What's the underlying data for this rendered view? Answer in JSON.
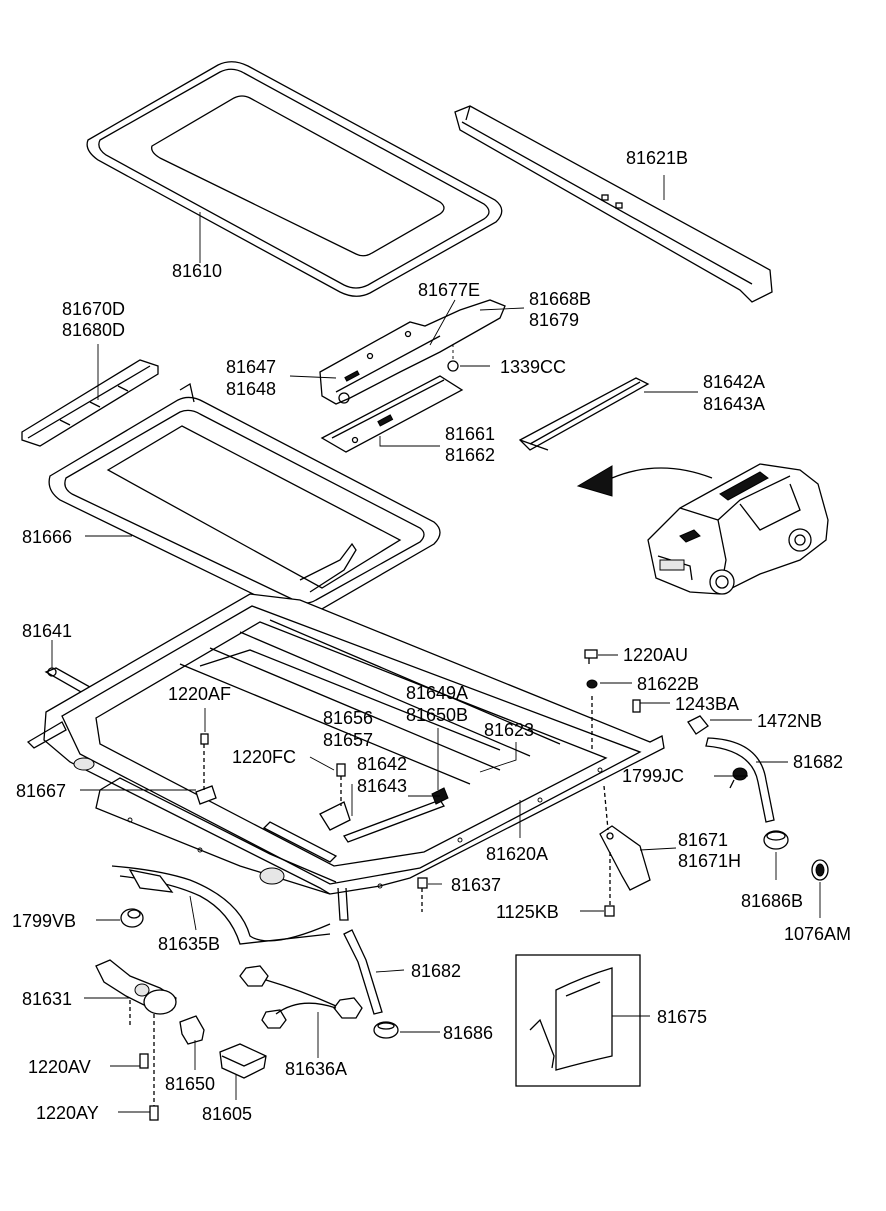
{
  "diagram": {
    "labels": [
      {
        "id": "l-81610",
        "text": "81610"
      },
      {
        "id": "l-81621B",
        "text": "81621B"
      },
      {
        "id": "l-81670D",
        "text": "81670D"
      },
      {
        "id": "l-81680D",
        "text": "81680D"
      },
      {
        "id": "l-81677E",
        "text": "81677E"
      },
      {
        "id": "l-81668B",
        "text": "81668B"
      },
      {
        "id": "l-81679",
        "text": "81679"
      },
      {
        "id": "l-81647",
        "text": "81647"
      },
      {
        "id": "l-81648",
        "text": "81648"
      },
      {
        "id": "l-1339CC",
        "text": "1339CC"
      },
      {
        "id": "l-81642A",
        "text": "81642A"
      },
      {
        "id": "l-81643A",
        "text": "81643A"
      },
      {
        "id": "l-81661",
        "text": "81661"
      },
      {
        "id": "l-81662",
        "text": "81662"
      },
      {
        "id": "l-81666",
        "text": "81666"
      },
      {
        "id": "l-81641",
        "text": "81641"
      },
      {
        "id": "l-1220AU",
        "text": "1220AU"
      },
      {
        "id": "l-81622B",
        "text": "81622B"
      },
      {
        "id": "l-1220AF",
        "text": "1220AF"
      },
      {
        "id": "l-81649A",
        "text": "81649A"
      },
      {
        "id": "l-81650B",
        "text": "81650B"
      },
      {
        "id": "l-1243BA",
        "text": "1243BA"
      },
      {
        "id": "l-1472NB",
        "text": "1472NB"
      },
      {
        "id": "l-81656",
        "text": "81656"
      },
      {
        "id": "l-81657",
        "text": "81657"
      },
      {
        "id": "l-81623",
        "text": "81623"
      },
      {
        "id": "l-1220FC",
        "text": "1220FC"
      },
      {
        "id": "l-81682a",
        "text": "81682"
      },
      {
        "id": "l-81642",
        "text": "81642"
      },
      {
        "id": "l-81643",
        "text": "81643"
      },
      {
        "id": "l-1799JC",
        "text": "1799JC"
      },
      {
        "id": "l-81667",
        "text": "81667"
      },
      {
        "id": "l-81671",
        "text": "81671"
      },
      {
        "id": "l-81671H",
        "text": "81671H"
      },
      {
        "id": "l-81620A",
        "text": "81620A"
      },
      {
        "id": "l-81637",
        "text": "81637"
      },
      {
        "id": "l-81686B",
        "text": "81686B"
      },
      {
        "id": "l-1125KB",
        "text": "1125KB"
      },
      {
        "id": "l-1076AM",
        "text": "1076AM"
      },
      {
        "id": "l-1799VB",
        "text": "1799VB"
      },
      {
        "id": "l-81635B",
        "text": "81635B"
      },
      {
        "id": "l-81682b",
        "text": "81682"
      },
      {
        "id": "l-81631",
        "text": "81631"
      },
      {
        "id": "l-81675",
        "text": "81675"
      },
      {
        "id": "l-81686",
        "text": "81686"
      },
      {
        "id": "l-1220AV",
        "text": "1220AV"
      },
      {
        "id": "l-81650",
        "text": "81650"
      },
      {
        "id": "l-81636A",
        "text": "81636A"
      },
      {
        "id": "l-1220AY",
        "text": "1220AY"
      },
      {
        "id": "l-81605",
        "text": "81605"
      }
    ]
  }
}
